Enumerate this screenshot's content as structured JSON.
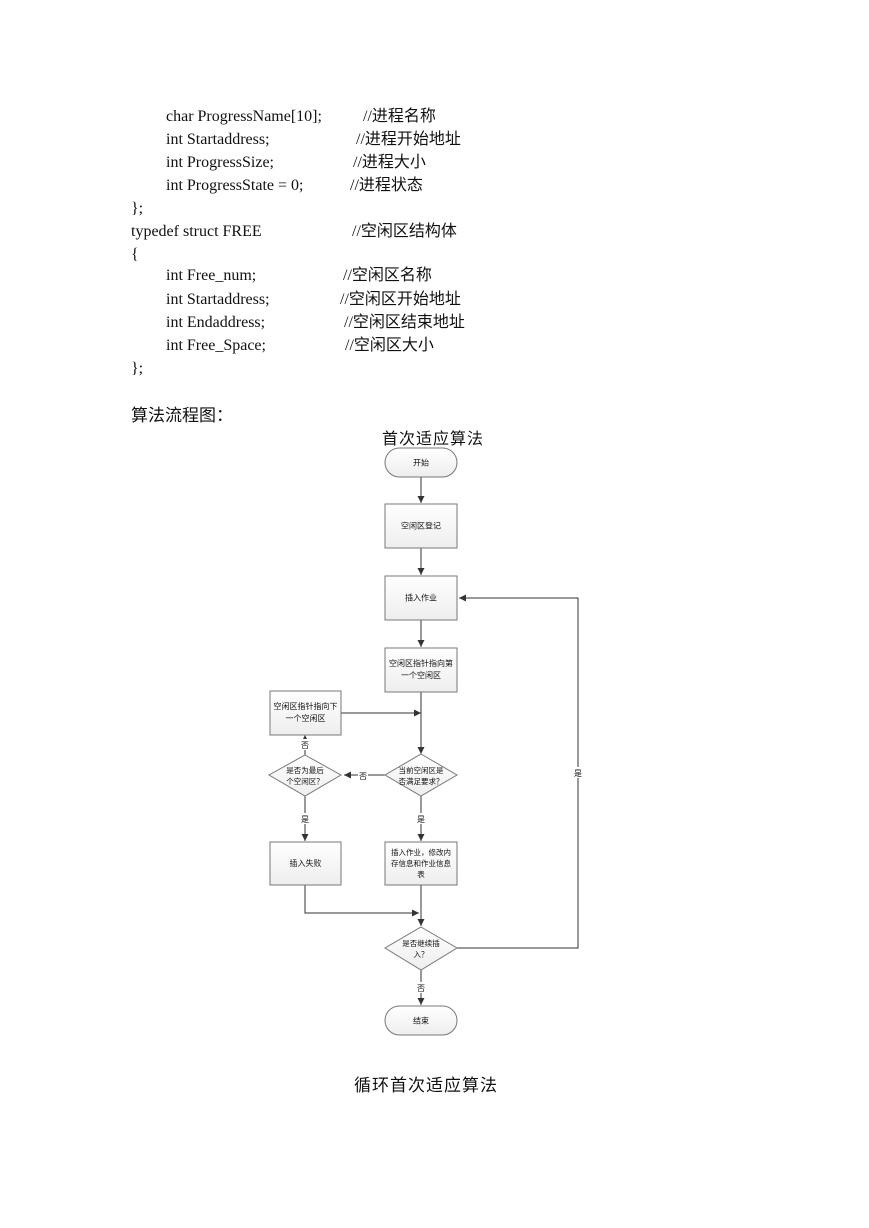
{
  "code": {
    "lines": [
      {
        "code": "char ProgressName[10];",
        "comment": "//进程名称"
      },
      {
        "code": "int Startaddress;",
        "comment": "//进程开始地址"
      },
      {
        "code": "int ProgressSize;",
        "comment": "//进程大小"
      },
      {
        "code": "int ProgressState = 0;",
        "comment": "//进程状态"
      },
      {
        "code": "};",
        "comment": ""
      },
      {
        "code": "typedef struct FREE",
        "comment": "//空闲区结构体"
      },
      {
        "code": "{",
        "comment": ""
      },
      {
        "code": "int Free_num;",
        "comment": "//空闲区名称"
      },
      {
        "code": "int Startaddress;",
        "comment": "//空闲区开始地址"
      },
      {
        "code": "int Endaddress;",
        "comment": "//空闲区结束地址"
      },
      {
        "code": "int Free_Space;",
        "comment": "//空闲区大小"
      },
      {
        "code": "};",
        "comment": ""
      }
    ]
  },
  "section_label": "算法流程图：",
  "flowchart": {
    "title": "首次适应算法",
    "nodes": {
      "start": "开始",
      "register": "空闲区登记",
      "insert_job": "插入作业",
      "pointer_first": [
        "空闲区指针指向第",
        "一个空闲区"
      ],
      "pointer_next": [
        "空闲区指针指向下",
        "一个空闲区"
      ],
      "satisfy": [
        "当前空闲区是",
        "否满足要求？"
      ],
      "is_last": [
        "是否为最后",
        "个空闲区？"
      ],
      "insert_fail": "插入失败",
      "insert_modify": [
        "插入作业，修改内",
        "存信息和作业信息",
        "表"
      ],
      "continue": [
        "是否继续插",
        "入？"
      ],
      "end": "结束"
    },
    "labels": {
      "yes": "是",
      "no": "否"
    }
  },
  "caption": "循环首次适应算法"
}
